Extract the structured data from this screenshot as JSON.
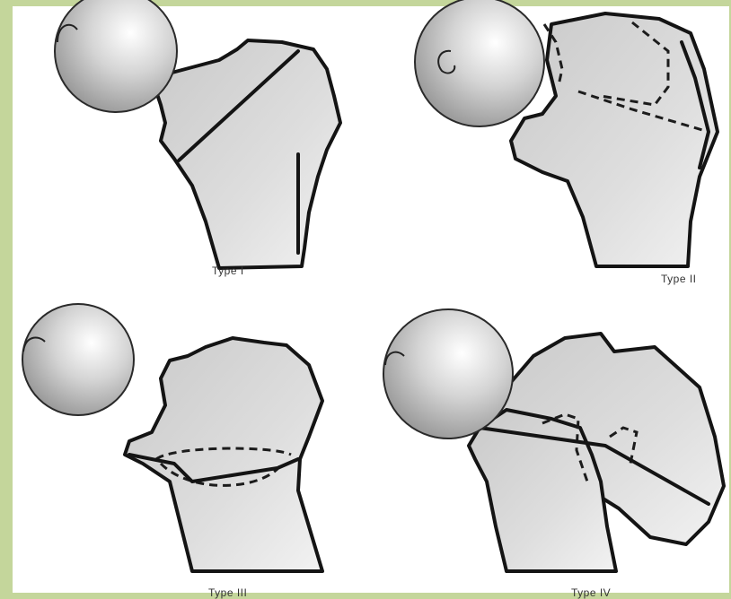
{
  "figure": {
    "panels": [
      {
        "id": "type-1",
        "caption": "Type I"
      },
      {
        "id": "type-2",
        "caption": "Type II"
      },
      {
        "id": "type-3",
        "caption": "Type III"
      },
      {
        "id": "type-4",
        "caption": "Type IV"
      }
    ],
    "colors": {
      "border": "#c4d69b",
      "background": "#ffffff",
      "bone_fill": "#d9d9d9",
      "outline": "#141414"
    }
  }
}
